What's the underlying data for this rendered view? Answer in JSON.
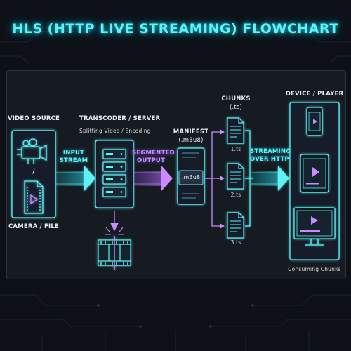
{
  "title": "HLS (HTTP LIVE STREAMING) FLOWCHART",
  "source": {
    "heading": "VIDEO SOURCE",
    "separator": "/",
    "caption": "CAMERA / FILE"
  },
  "flow_input": {
    "line1": "INPUT",
    "line2": "STREAM"
  },
  "transcoder": {
    "heading": "TRANSCODER / SERVER",
    "subheading": "Splitting Video / Encoding"
  },
  "flow_segmented": {
    "line1": "SEGMENTED",
    "line2": "OUTPUT"
  },
  "manifest": {
    "heading": "MANIFEST",
    "ext": "(.m3u8)",
    "file_label": ".m3u8"
  },
  "chunks": {
    "heading": "CHUNKS",
    "ext": "(.ts)",
    "files": [
      "1.ts",
      "2.ts",
      "3.ts"
    ]
  },
  "flow_streaming": {
    "line1": "STREAMING",
    "line2": "OVER HTTP"
  },
  "device": {
    "heading": "DEVICE / PLAYER",
    "caption": "Consuming Chunks"
  },
  "colors": {
    "cyan": "#5ef2f5",
    "purple": "#b36bff",
    "background": "#0d1117",
    "panel": "#161b22"
  }
}
